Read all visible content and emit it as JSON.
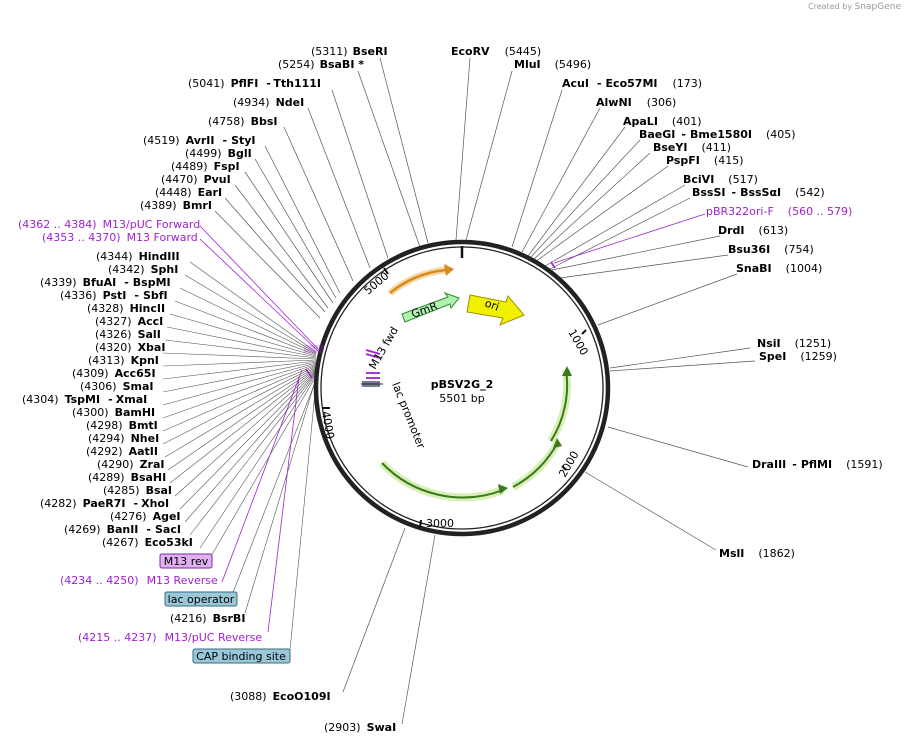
{
  "credit": {
    "prefix": "Created by",
    "brand": "SnapGene"
  },
  "plasmid": {
    "name": "pBSV2G_2",
    "size": "5501 bp"
  },
  "ticks": [
    "1000",
    "2000",
    "3000",
    "4000",
    "5000"
  ],
  "features": {
    "gmr": "GmR",
    "ori": "ori",
    "m13fwd": "M13 fwd",
    "lac_promoter": "lac promoter"
  },
  "boxes": {
    "m13rev": "M13 rev",
    "lac_operator": "lac operator",
    "cap_site": "CAP binding site"
  },
  "primers": {
    "m13puc_fwd": {
      "pos": "(4362 .. 4384)",
      "name": "M13/pUC Forward"
    },
    "m13_fwd": {
      "pos": "(4353 .. 4370)",
      "name": "M13 Forward"
    },
    "pbr322": {
      "name": "pBR322ori-F",
      "pos": "(560 .. 579)"
    },
    "m13_rev": {
      "pos": "(4234 .. 4250)",
      "name": "M13 Reverse"
    },
    "m13puc_rev": {
      "pos": "(4215 .. 4237)",
      "name": "M13/pUC Reverse"
    }
  },
  "sites": {
    "bseri": {
      "pos": "(5311)",
      "name": "BseRI"
    },
    "bsabi": {
      "pos": "(5254)",
      "name": "BsaBI *"
    },
    "ecorv": {
      "name": "EcoRV",
      "pos": "(5445)"
    },
    "mlui": {
      "name": "MluI",
      "pos": "(5496)"
    },
    "pflfi": {
      "pos": "(5041)",
      "name": "PflFI",
      "alt": "Tth111I"
    },
    "acui": {
      "name": "AcuI",
      "alt": "Eco57MI",
      "pos": "(173)"
    },
    "alwni": {
      "name": "AlwNI",
      "pos": "(306)"
    },
    "ndei": {
      "pos": "(4934)",
      "name": "NdeI"
    },
    "apali": {
      "name": "ApaLI",
      "pos": "(401)"
    },
    "bbsi": {
      "pos": "(4758)",
      "name": "BbsI"
    },
    "baegi": {
      "name": "BaeGI",
      "alt": "Bme1580I",
      "pos": "(405)"
    },
    "avrii": {
      "pos": "(4519)",
      "name": "AvrII",
      "alt": "StyI"
    },
    "bseyi": {
      "name": "BseYI",
      "pos": "(411)"
    },
    "bgli": {
      "pos": "(4499)",
      "name": "BglI"
    },
    "pspfi": {
      "name": "PspFI",
      "pos": "(415)"
    },
    "fspi": {
      "pos": "(4489)",
      "name": "FspI"
    },
    "pvui": {
      "pos": "(4470)",
      "name": "PvuI"
    },
    "bcivi": {
      "name": "BciVI",
      "pos": "(517)"
    },
    "eari": {
      "pos": "(4448)",
      "name": "EarI"
    },
    "bsssi": {
      "name": "BssSI",
      "alt": "BssSαI",
      "pos": "(542)"
    },
    "bmri": {
      "pos": "(4389)",
      "name": "BmrI"
    },
    "drdi": {
      "name": "DrdI",
      "pos": "(613)"
    },
    "bsu36i": {
      "name": "Bsu36I",
      "pos": "(754)"
    },
    "hindiii": {
      "pos": "(4344)",
      "name": "HindIII"
    },
    "snabi": {
      "name": "SnaBI",
      "pos": "(1004)"
    },
    "sphi": {
      "pos": "(4342)",
      "name": "SphI"
    },
    "bfuai": {
      "pos": "(4339)",
      "name": "BfuAI",
      "alt": "BspMI"
    },
    "psti": {
      "pos": "(4336)",
      "name": "PstI",
      "alt": "SbfI"
    },
    "hincii": {
      "pos": "(4328)",
      "name": "HincII"
    },
    "acci": {
      "pos": "(4327)",
      "name": "AccI"
    },
    "sali": {
      "pos": "(4326)",
      "name": "SalI"
    },
    "nsii": {
      "name": "NsiI",
      "pos": "(1251)"
    },
    "xbai": {
      "pos": "(4320)",
      "name": "XbaI"
    },
    "spei": {
      "name": "SpeI",
      "pos": "(1259)"
    },
    "kpni": {
      "pos": "(4313)",
      "name": "KpnI"
    },
    "acc65i": {
      "pos": "(4309)",
      "name": "Acc65I"
    },
    "smai": {
      "pos": "(4306)",
      "name": "SmaI"
    },
    "tspmi": {
      "pos": "(4304)",
      "name": "TspMI",
      "alt": "XmaI"
    },
    "bamhi": {
      "pos": "(4300)",
      "name": "BamHI"
    },
    "bmti": {
      "pos": "(4298)",
      "name": "BmtI"
    },
    "nhei": {
      "pos": "(4294)",
      "name": "NheI"
    },
    "aatii": {
      "pos": "(4292)",
      "name": "AatII"
    },
    "drai": {
      "name": "DraIII",
      "alt": "PflMI",
      "pos": "(1591)"
    },
    "zrai": {
      "pos": "(4290)",
      "name": "ZraI"
    },
    "bsahi": {
      "pos": "(4289)",
      "name": "BsaHI"
    },
    "bsai": {
      "pos": "(4285)",
      "name": "BsaI"
    },
    "paer7i": {
      "pos": "(4282)",
      "name": "PaeR7I",
      "alt": "XhoI"
    },
    "agei": {
      "pos": "(4276)",
      "name": "AgeI"
    },
    "banii": {
      "pos": "(4269)",
      "name": "BanII",
      "alt": "SacI"
    },
    "eco53ki": {
      "pos": "(4267)",
      "name": "Eco53kI"
    },
    "msli": {
      "name": "MslI",
      "pos": "(1862)"
    },
    "bsrbi": {
      "pos": "(4216)",
      "name": "BsrBI"
    },
    "eco0109i": {
      "pos": "(3088)",
      "name": "EcoO109I"
    },
    "swai": {
      "pos": "(2903)",
      "name": "SwaI"
    }
  },
  "colors": {
    "backbone": "#222222",
    "primer": "#a020d0",
    "gmr": "#b0f0b0",
    "ori": "#f0f000",
    "lac_arrow": "#559922",
    "orange_arrow": "#d98a1a",
    "m13rev_box": "#e0b0f0",
    "operator_box": "#9ac8d8"
  }
}
